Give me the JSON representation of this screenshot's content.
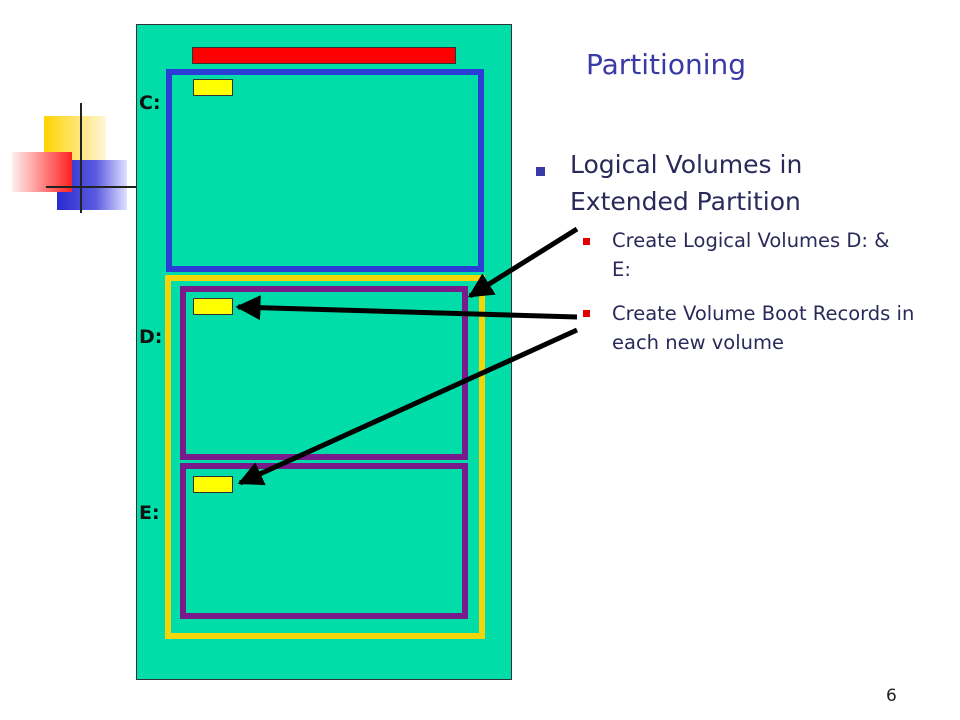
{
  "slide": {
    "title": "Partitioning",
    "bullet_level1": "Logical Volumes in Extended Partition",
    "bullets_level2": [
      "Create Logical Volumes D: & E:",
      "Create Volume Boot Records in each new volume"
    ],
    "page_number": "6"
  },
  "diagram": {
    "drive_labels": [
      "C:",
      "D:",
      "E:"
    ],
    "colors": {
      "disk": "#00DDA8",
      "mbr": "#ff0000",
      "primary_partition": "#2a3ed6",
      "extended_partition": "#f2d60a",
      "logical_volume": "#7a1b8c",
      "boot_record": "#ffff00"
    }
  }
}
